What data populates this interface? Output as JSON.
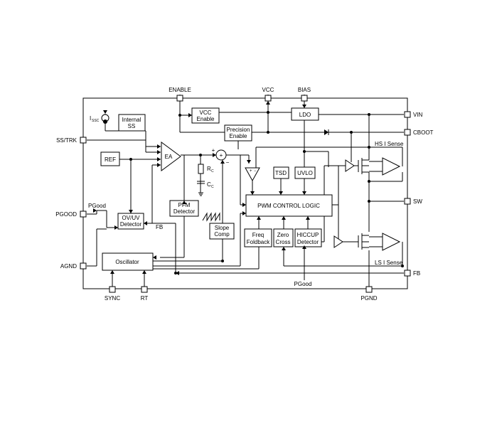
{
  "pins": {
    "enable": "ENABLE",
    "vcc": "VCC",
    "bias": "BIAS",
    "vin": "VIN",
    "cboot": "CBOOT",
    "ss_trk": "SS/TRK",
    "pgood": "PGOOD",
    "agnd": "AGND",
    "sw": "SW",
    "fb": "FB",
    "sync": "SYNC",
    "rt": "RT",
    "pgnd": "PGND"
  },
  "blocks": {
    "internal_ss": [
      "Internal",
      "SS"
    ],
    "vcc_enable": [
      "VCC",
      "Enable"
    ],
    "ldo": "LDO",
    "precision_enable": [
      "Precision",
      "Enable"
    ],
    "ref": "REF",
    "ea": "EA",
    "tsd": "TSD",
    "uvlo": "UVLO",
    "pwm_logic": "PWM CONTROL LOGIC",
    "pfm_detector": [
      "PFM",
      "Detector"
    ],
    "ov_uv_detector": [
      "OV/UV",
      "Detector"
    ],
    "slope_comp": [
      "Slope",
      "Comp"
    ],
    "freq_foldback": [
      "Freq",
      "Foldback"
    ],
    "zero_cross": [
      "Zero",
      "Cross"
    ],
    "hiccup_detector": [
      "HICCUP",
      "Detector"
    ],
    "oscillator": "Oscillator"
  },
  "labels": {
    "isso_main": "I",
    "isso_sub": "SSC",
    "rc_main": "R",
    "rc_sub": "C",
    "cc_main": "C",
    "cc_sub": "C",
    "pgood_net": "PGood",
    "pgood_bottom": "PGood",
    "fb_net": "FB",
    "hs_sense": "HS I Sense",
    "ls_sense": "LS I Sense",
    "plus": "+",
    "minus": "−"
  }
}
